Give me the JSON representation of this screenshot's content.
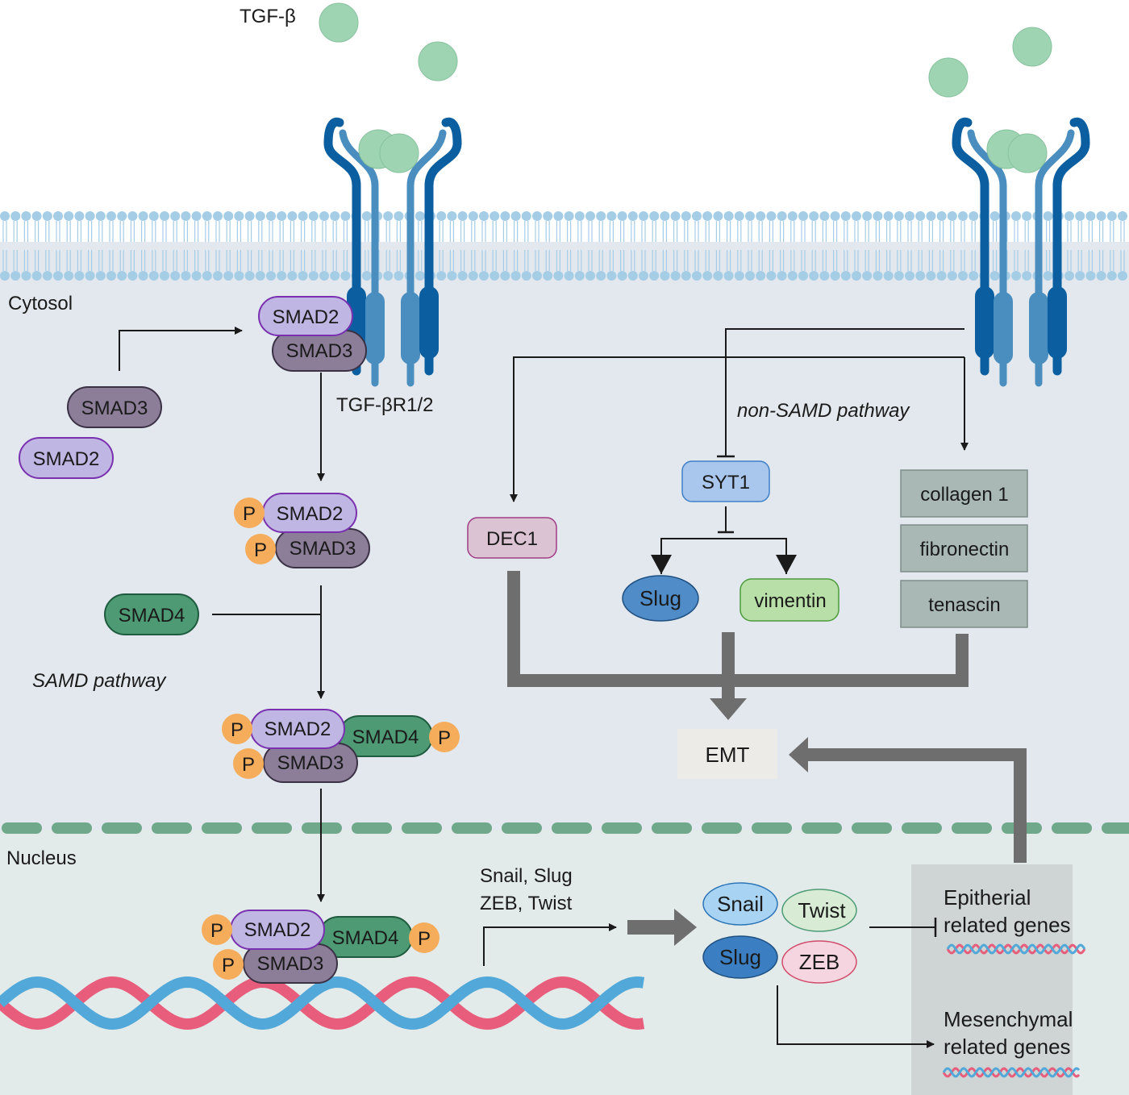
{
  "ligand": {
    "label": "TGF-β"
  },
  "receptor": {
    "label": "TGF-βR1/2"
  },
  "regions": {
    "cytosol": "Cytosol",
    "nucleus": "Nucleus"
  },
  "pathways": {
    "smad": "SAMD pathway",
    "non_smad": "non-SAMD pathway"
  },
  "proteins": {
    "smad2": "SMAD2",
    "smad3": "SMAD3",
    "smad4": "SMAD4",
    "phospho": "P",
    "dec1": "DEC1",
    "syt1": "SYT1",
    "slug": "Slug",
    "vimentin": "vimentin",
    "collagen": "collagen 1",
    "fibronectin": "fibronectin",
    "tenascin": "tenascin",
    "snail": "Snail",
    "twist": "Twist",
    "zeb": "ZEB"
  },
  "transcription_factors": {
    "line1": "Snail, Slug",
    "line2": "ZEB, Twist"
  },
  "outcome": {
    "emt": "EMT"
  },
  "gene_sets": {
    "epithelial_line1": "Epitherial",
    "epithelial_line2": "related genes",
    "mesenchymal_line1": "Mesenchymal",
    "mesenchymal_line2": "related genes"
  },
  "colors": {
    "cytosol_bg": "#e2e8ee",
    "nucleus_bg": "#e3ebea",
    "lipid": "#a5cde6",
    "receptor_dark": "#0b5fa0",
    "receptor_light": "#4a8ec0",
    "tgfb": "#9fd4b3",
    "smad2": "#c0b6e3",
    "smad3": "#8c7d98",
    "smad4": "#4d9a74",
    "phospho": "#f5ad5c",
    "dec1": "#dcc3d3",
    "syt1": "#a9c6ec",
    "slug": "#4f8cc8",
    "vimentin": "#b9dfa8",
    "ecm": "#a9b8b5",
    "emt": "#ecebe7",
    "gray_arrow": "#6e6e6e",
    "dna_blue": "#52a8d8",
    "dna_pink": "#e75d7b"
  }
}
